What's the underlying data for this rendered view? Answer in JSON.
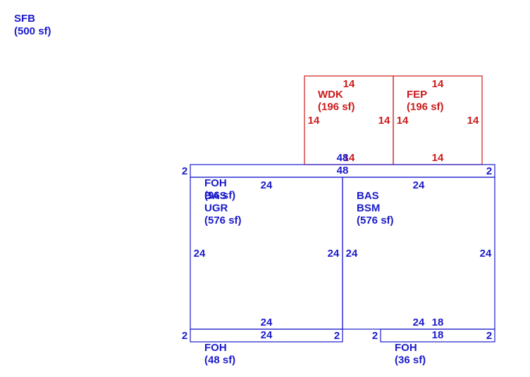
{
  "colors": {
    "blue": "#1a1acc",
    "red": "#cc1a1a"
  },
  "sfb": {
    "code": "SFB",
    "area": "(500 sf)"
  },
  "areas": [
    {
      "id": "wdk",
      "lines": [
        "WDK",
        "(196 sf)"
      ],
      "color": "red"
    },
    {
      "id": "fep",
      "lines": [
        "FEP",
        "(196 sf)"
      ],
      "color": "red"
    },
    {
      "id": "foh-top",
      "lines": [
        "FOH",
        "(96 sf)"
      ],
      "color": "blue"
    },
    {
      "id": "bas-ugr",
      "lines": [
        "BAS",
        "UGR",
        "(576 sf)"
      ],
      "color": "blue"
    },
    {
      "id": "bas-bsm",
      "lines": [
        "BAS",
        "BSM",
        "(576 sf)"
      ],
      "color": "blue"
    },
    {
      "id": "foh-left",
      "lines": [
        "FOH",
        "(48 sf)"
      ],
      "color": "blue"
    },
    {
      "id": "foh-right",
      "lines": [
        "FOH",
        "(36 sf)"
      ],
      "color": "blue"
    }
  ],
  "dimensions": [
    {
      "id": "wdk-top",
      "text": "14",
      "color": "red"
    },
    {
      "id": "wdk-left",
      "text": "14",
      "color": "red"
    },
    {
      "id": "wdk-right",
      "text": "14",
      "color": "red"
    },
    {
      "id": "wdk-bottom",
      "text": "14",
      "color": "red"
    },
    {
      "id": "fep-top",
      "text": "14",
      "color": "red"
    },
    {
      "id": "fep-left",
      "text": "14",
      "color": "red"
    },
    {
      "id": "fep-right",
      "text": "14",
      "color": "red"
    },
    {
      "id": "fep-bottom",
      "text": "14",
      "color": "red"
    },
    {
      "id": "foh-top-top",
      "text": "48",
      "color": "blue"
    },
    {
      "id": "foh-top-bottom",
      "text": "48",
      "color": "blue"
    },
    {
      "id": "foh-top-left",
      "text": "2",
      "color": "blue"
    },
    {
      "id": "foh-top-right",
      "text": "2",
      "color": "blue"
    },
    {
      "id": "ugr-top",
      "text": "24",
      "color": "blue"
    },
    {
      "id": "ugr-left",
      "text": "24",
      "color": "blue"
    },
    {
      "id": "ugr-right",
      "text": "24",
      "color": "blue"
    },
    {
      "id": "ugr-bottom",
      "text": "24",
      "color": "blue"
    },
    {
      "id": "bsm-top",
      "text": "24",
      "color": "blue"
    },
    {
      "id": "bsm-left",
      "text": "24",
      "color": "blue"
    },
    {
      "id": "bsm-right",
      "text": "24",
      "color": "blue"
    },
    {
      "id": "bsm-bottom",
      "text": "24",
      "color": "blue"
    },
    {
      "id": "fohl-top",
      "text": "24",
      "color": "blue"
    },
    {
      "id": "fohl-left",
      "text": "2",
      "color": "blue"
    },
    {
      "id": "fohl-right",
      "text": "2",
      "color": "blue"
    },
    {
      "id": "fohr-top-outer",
      "text": "18",
      "color": "blue"
    },
    {
      "id": "fohr-top",
      "text": "18",
      "color": "blue"
    },
    {
      "id": "fohr-left",
      "text": "2",
      "color": "blue"
    },
    {
      "id": "fohr-right",
      "text": "2",
      "color": "blue"
    }
  ]
}
